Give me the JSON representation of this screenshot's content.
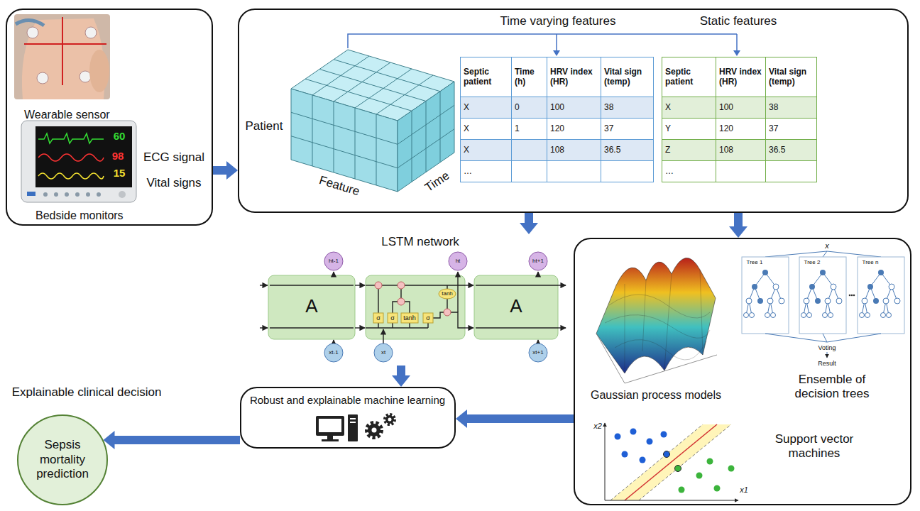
{
  "diagram": {
    "nodes": [
      {
        "text": [
          "Wearable sensor",
          "Bedside monitors"
        ]
      },
      {
        "text": [
          "Time varying features",
          "Static features"
        ]
      },
      {
        "text": [
          "LSTM network"
        ]
      },
      {
        "text": [
          "Gaussian process models",
          "Ensemble of decision trees",
          "Support vector machines"
        ]
      },
      {
        "text": [
          "Robust and explainable machine learning"
        ]
      },
      {
        "text": [
          "Sepsis mortality prediction"
        ]
      }
    ],
    "edges": [
      {
        "from": 0,
        "to": 1,
        "arrow": "to",
        "label": "ECG signal"
      },
      {
        "from": 1,
        "to": 2,
        "arrow": "to"
      },
      {
        "from": 1,
        "to": 3,
        "arrow": "to"
      },
      {
        "from": 2,
        "to": 4,
        "arrow": "to"
      },
      {
        "from": 3,
        "to": 4,
        "arrow": "to"
      },
      {
        "from": 4,
        "to": 5,
        "arrow": "to"
      }
    ],
    "labels": [
      "Vital signs",
      "60",
      "98",
      "15",
      "Patient",
      "Feature",
      "Time",
      "Septic patient",
      "Time (h)",
      "HRV index (HR)",
      "Vital sign (temp)",
      "X",
      "0",
      "100",
      "38",
      "X",
      "1",
      "120",
      "37",
      "X",
      "108",
      "36.5",
      "…",
      "Septic patient",
      "HRV index (HR)",
      "Vital sign (temp)",
      "X",
      "100",
      "38",
      "Y",
      "120",
      "37",
      "Z",
      "108",
      "36.5",
      "…",
      "A",
      "A",
      "σ",
      "σ",
      "tanh",
      "σ",
      "tanh",
      "ht-1",
      "ht",
      "ht+1",
      "xt-1",
      "xt",
      "xt+1",
      "x",
      "Tree 1",
      "Tree 2",
      "Tree n",
      "Voting",
      "Result",
      "x2",
      "x1",
      "Explainable clinical decision"
    ]
  }
}
